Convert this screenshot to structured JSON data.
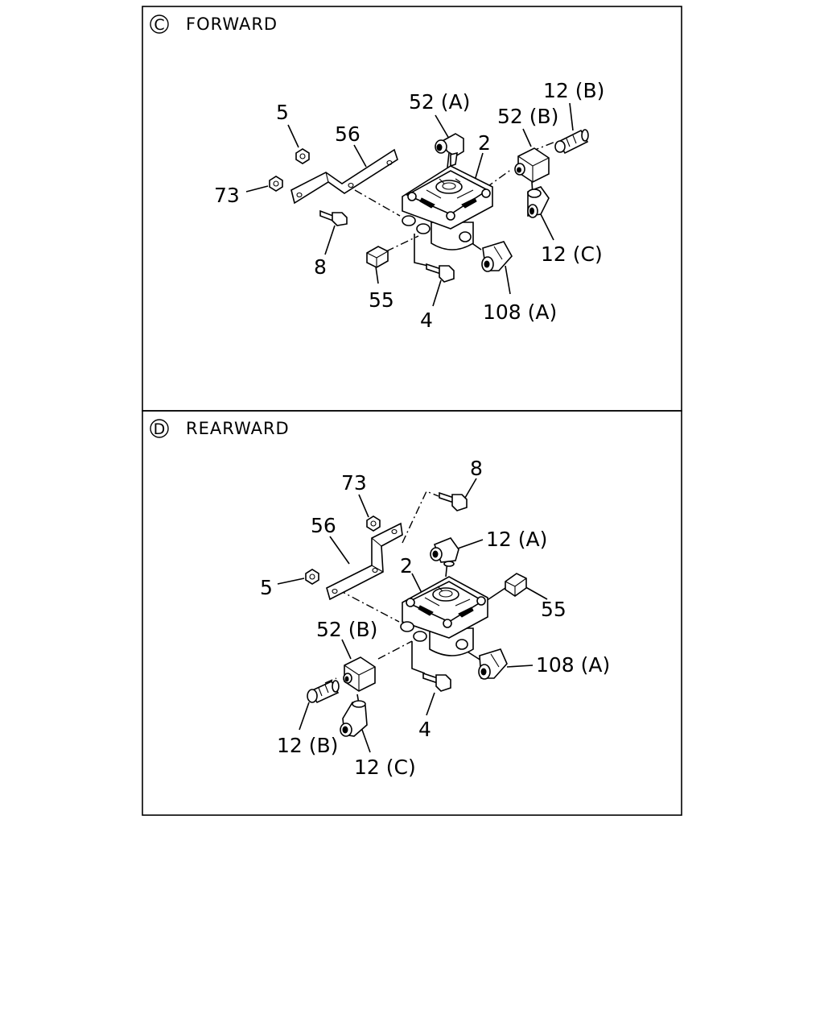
{
  "panels": [
    {
      "id": "C",
      "badge": "C",
      "title": "FORWARD",
      "labels": {
        "p5": "5",
        "p56": "56",
        "p73": "73",
        "p8": "8",
        "p52a": "52 (A)",
        "p2": "2",
        "p52b": "52 (B)",
        "p12b": "12 (B)",
        "p12c": "12 (C)",
        "p55": "55",
        "p4": "4",
        "p108a": "108 (A)"
      }
    },
    {
      "id": "D",
      "badge": "D",
      "title": "REARWARD",
      "labels": {
        "p73": "73",
        "p8": "8",
        "p56": "56",
        "p12a": "12 (A)",
        "p5": "5",
        "p2": "2",
        "p55": "55",
        "p52b": "52 (B)",
        "p108a": "108 (A)",
        "p4": "4",
        "p12b": "12 (B)",
        "p12c": "12 (C)"
      }
    }
  ]
}
